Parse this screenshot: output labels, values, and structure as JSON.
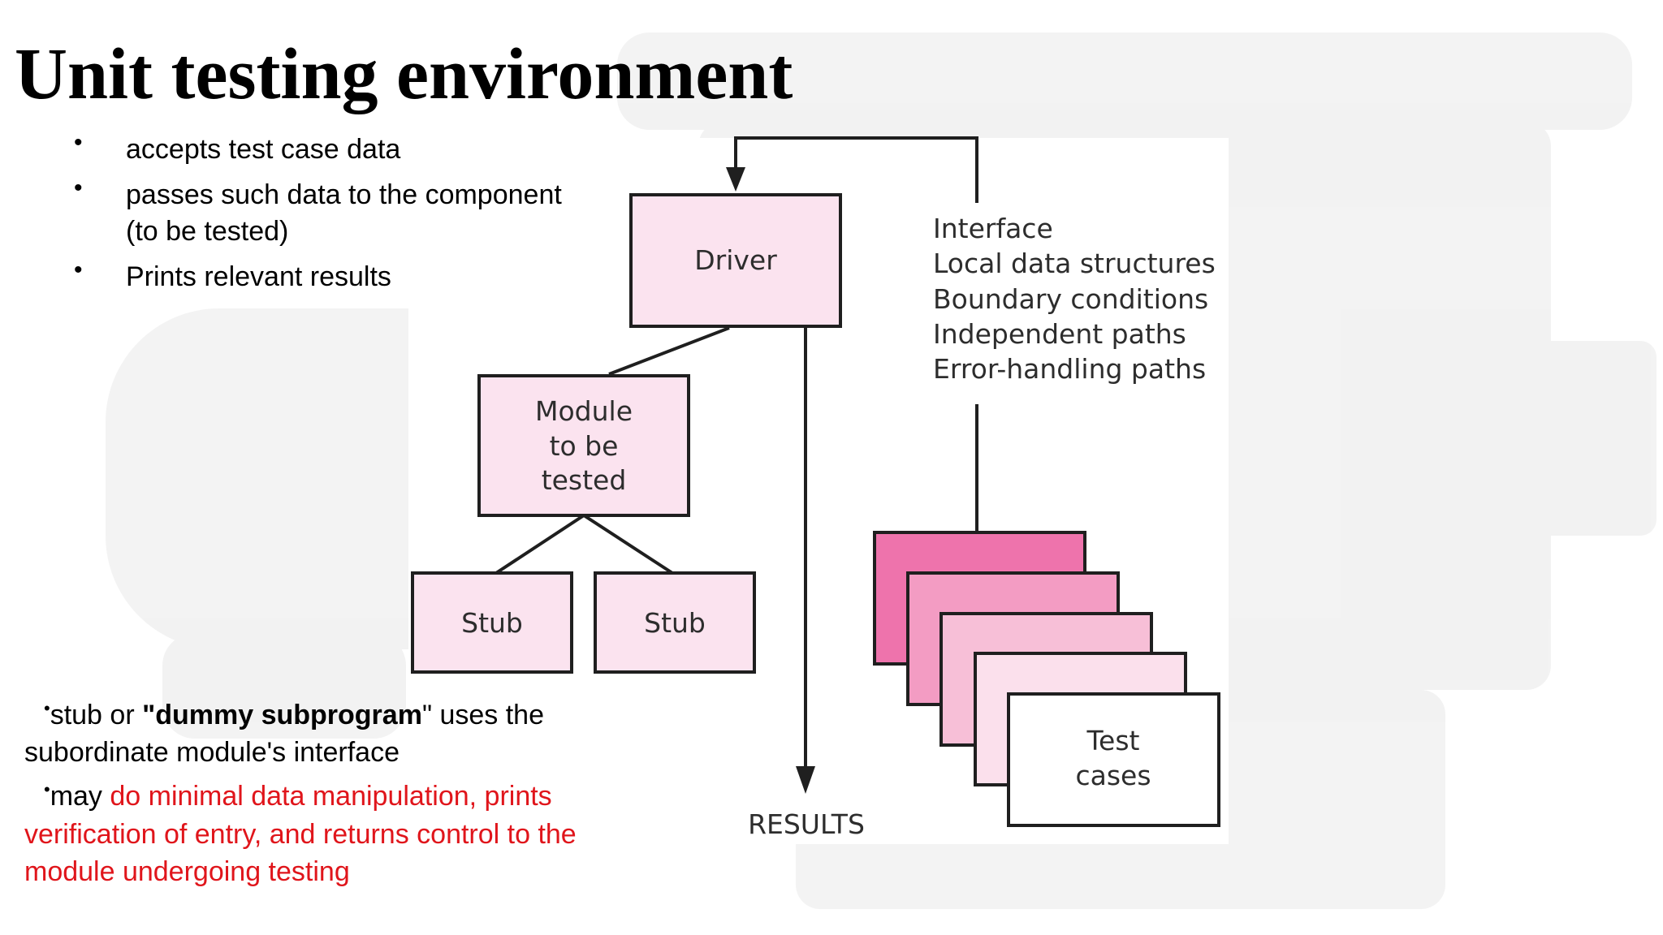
{
  "slide": {
    "title": "Unit testing environment",
    "bullets": [
      "accepts test case data",
      "passes such data to the component (to be tested)",
      "Prints relevant results"
    ],
    "notes": {
      "stub_prefix": "stub or ",
      "stub_bold": "\"dummy subprogram",
      "stub_suffix": "\" uses the subordinate module's  interface",
      "may_prefix": "may ",
      "may_red": "do minimal data manipulation, prints verification of entry, and returns control to  the module undergoing testing"
    }
  },
  "diagram": {
    "driver": "Driver",
    "module_lines": [
      "Module",
      "to be",
      "tested"
    ],
    "stub_left": "Stub",
    "stub_right": "Stub",
    "interface_items": [
      "Interface",
      "Local data structures",
      "Boundary conditions",
      "Independent paths",
      "Error-handling paths"
    ],
    "results": "RESULTS",
    "test_cases_lines": [
      "Test",
      "cases"
    ]
  },
  "colors": {
    "box_fill": "#fbe3ef",
    "card_1": "#ee73ac",
    "card_2": "#f39cc3",
    "card_3": "#f7bfd7",
    "card_4": "#fbe0ec",
    "card_5": "#ffffff",
    "note_red": "#e0151b"
  }
}
